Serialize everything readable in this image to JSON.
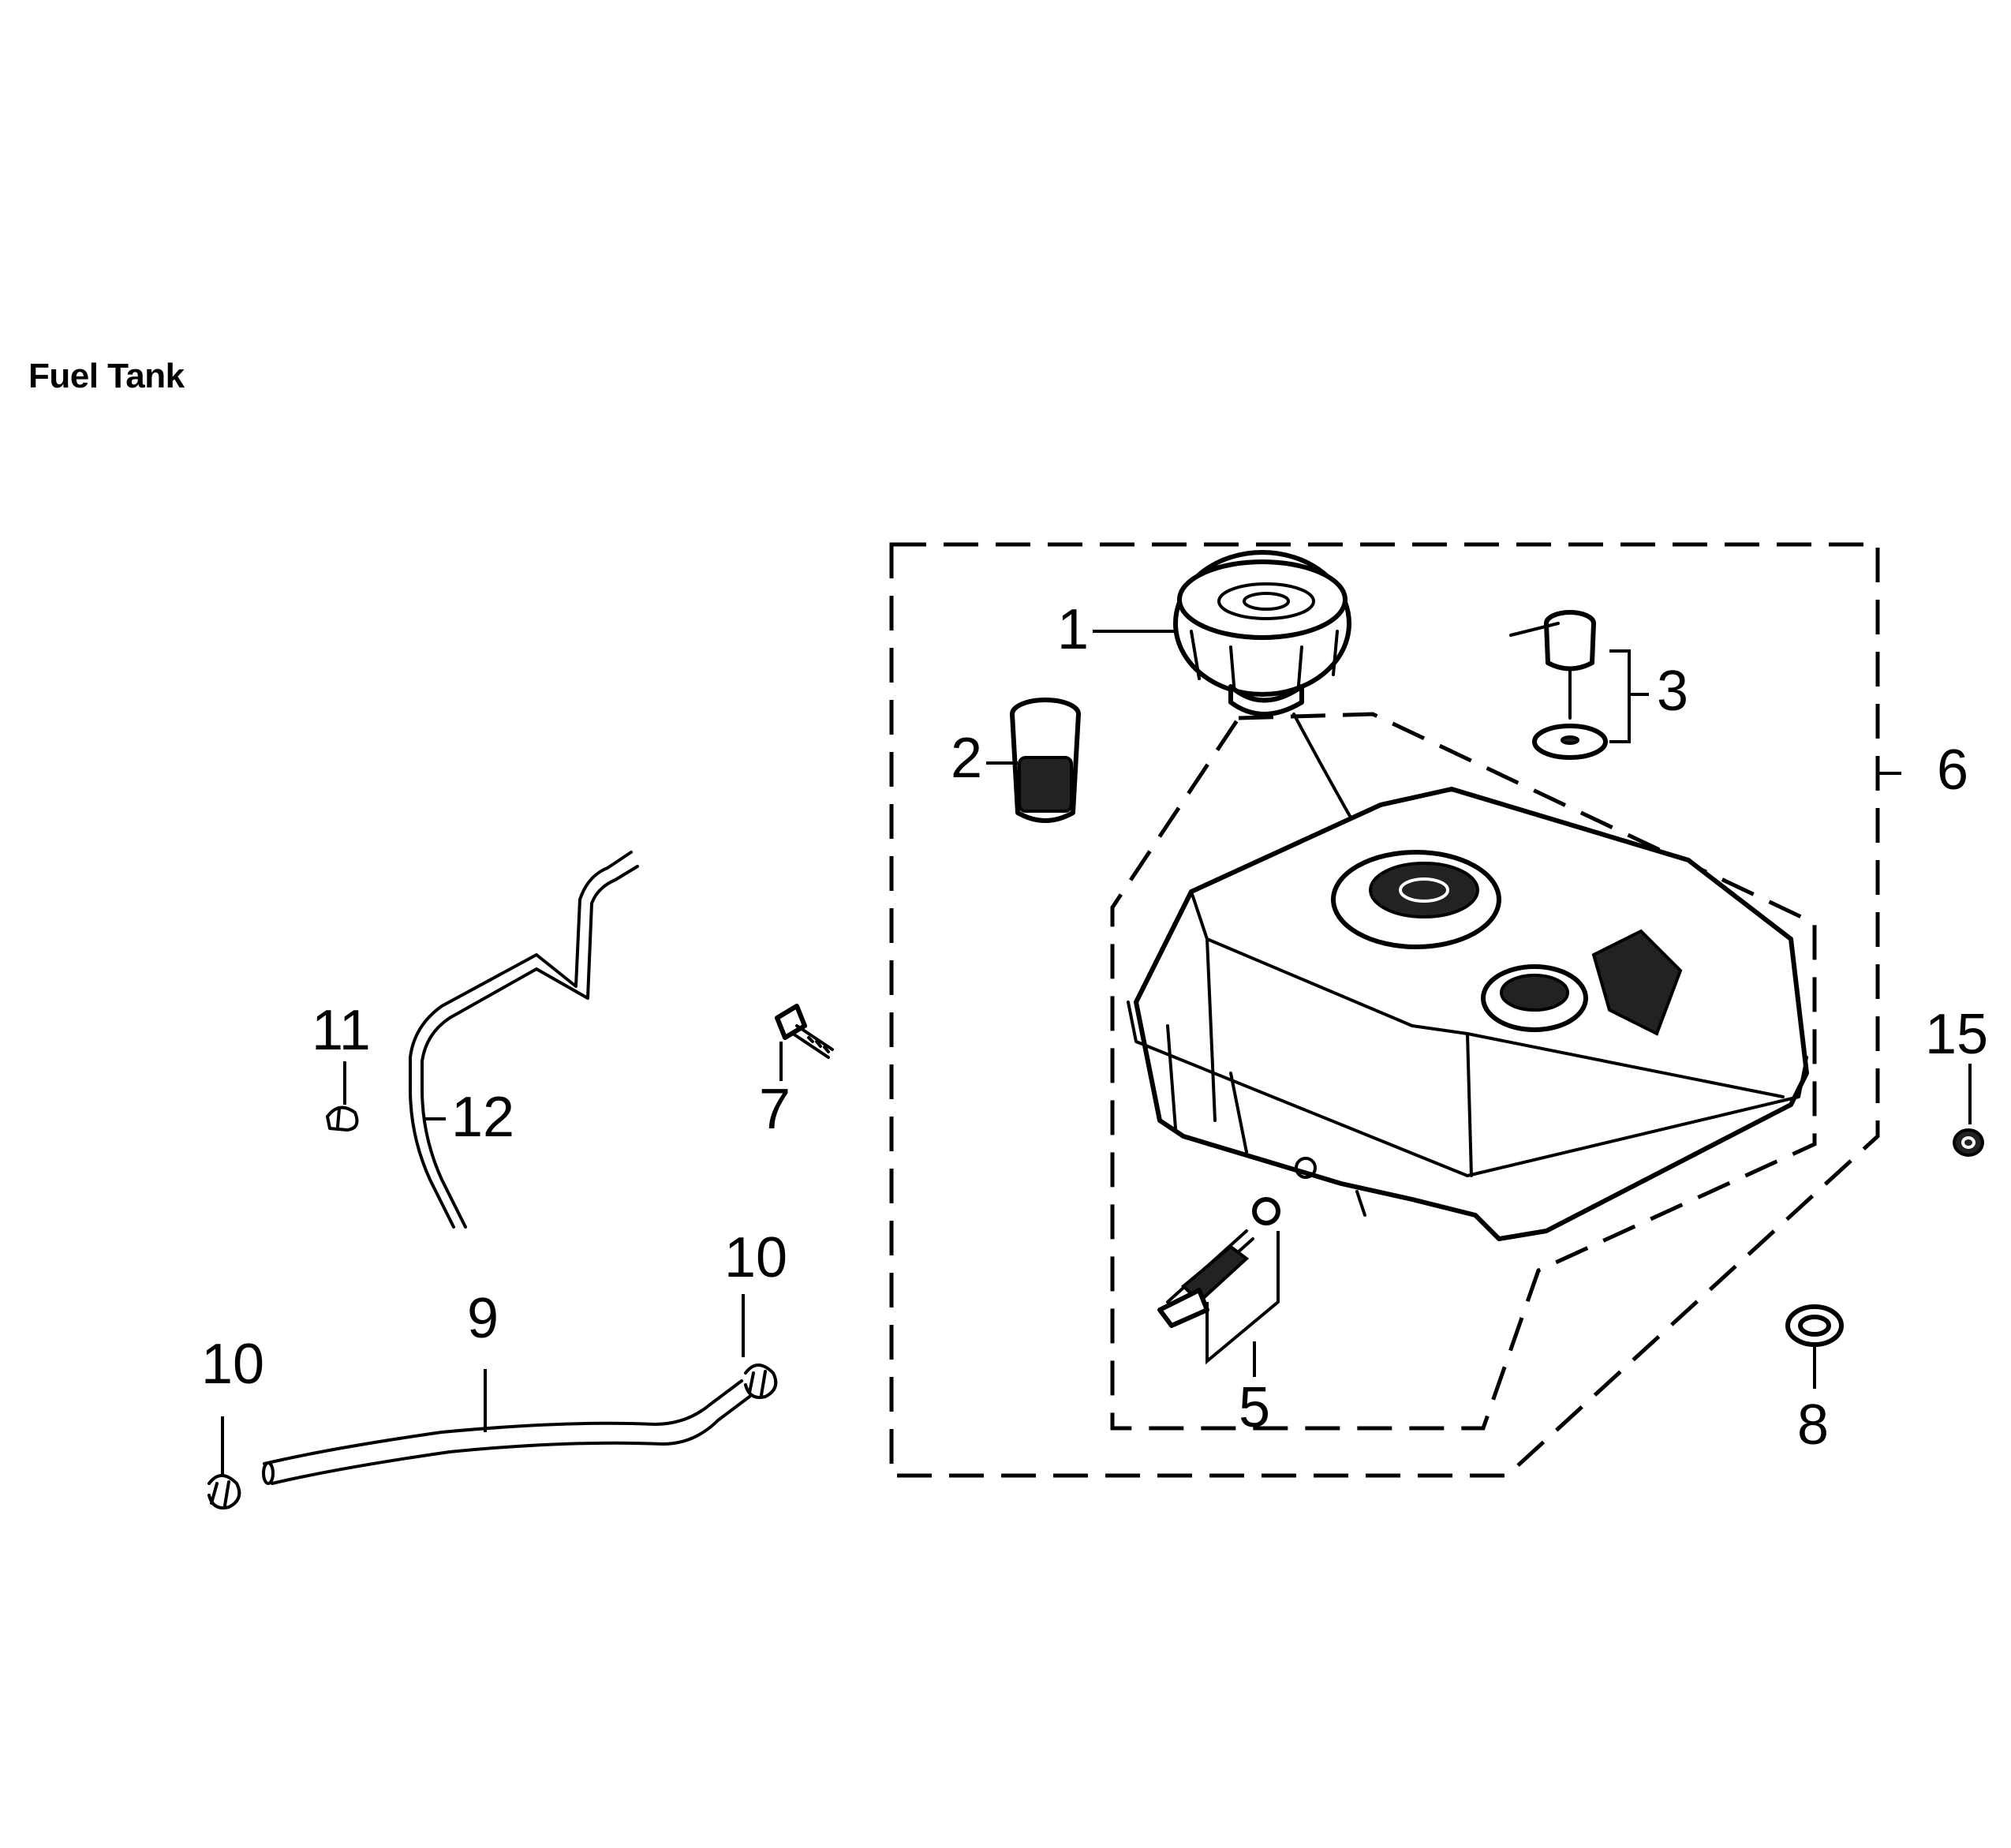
{
  "title": "Fuel Tank",
  "callouts": {
    "c1": "1",
    "c2": "2",
    "c3": "3",
    "c5": "5",
    "c6": "6",
    "c7": "7",
    "c8": "8",
    "c9": "9",
    "c10a": "10",
    "c10b": "10",
    "c11": "11",
    "c12": "12",
    "c15": "15"
  }
}
